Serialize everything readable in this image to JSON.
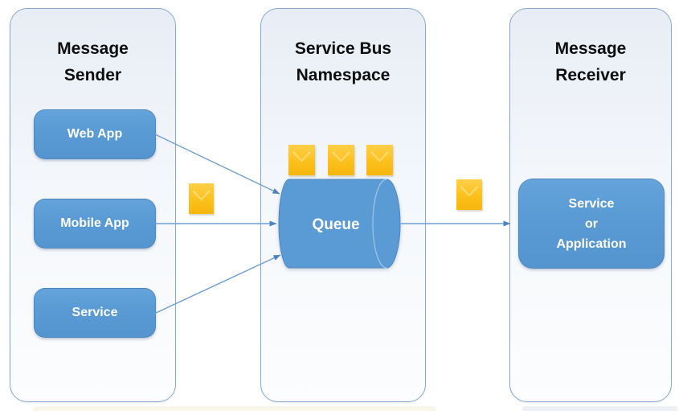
{
  "diagram": {
    "sender": {
      "title": [
        "Message",
        "Sender"
      ],
      "nodes": [
        {
          "label": "Web App"
        },
        {
          "label": "Mobile App"
        },
        {
          "label": "Service"
        }
      ]
    },
    "namespace": {
      "title": [
        "Service Bus",
        "Namespace"
      ],
      "queue": {
        "label": "Queue"
      },
      "queued_message_icons": 3
    },
    "receiver": {
      "title": [
        "Message",
        "Receiver"
      ],
      "node": {
        "label_lines": [
          "Service",
          "or",
          "Application"
        ]
      }
    },
    "in_transit_message_icons": 2,
    "colors": {
      "node_fill": "#5B9BD5",
      "node_border": "#41719C",
      "message_fill": "#FBC01B",
      "arrow": "#6E9FD4",
      "arrowhead": "#4D84BF",
      "panel_border": "#8AA8CC",
      "panel_fill_top": "#E8EDF5",
      "title_text": "#0D0D0D",
      "node_text": "#FFFFFF"
    }
  }
}
